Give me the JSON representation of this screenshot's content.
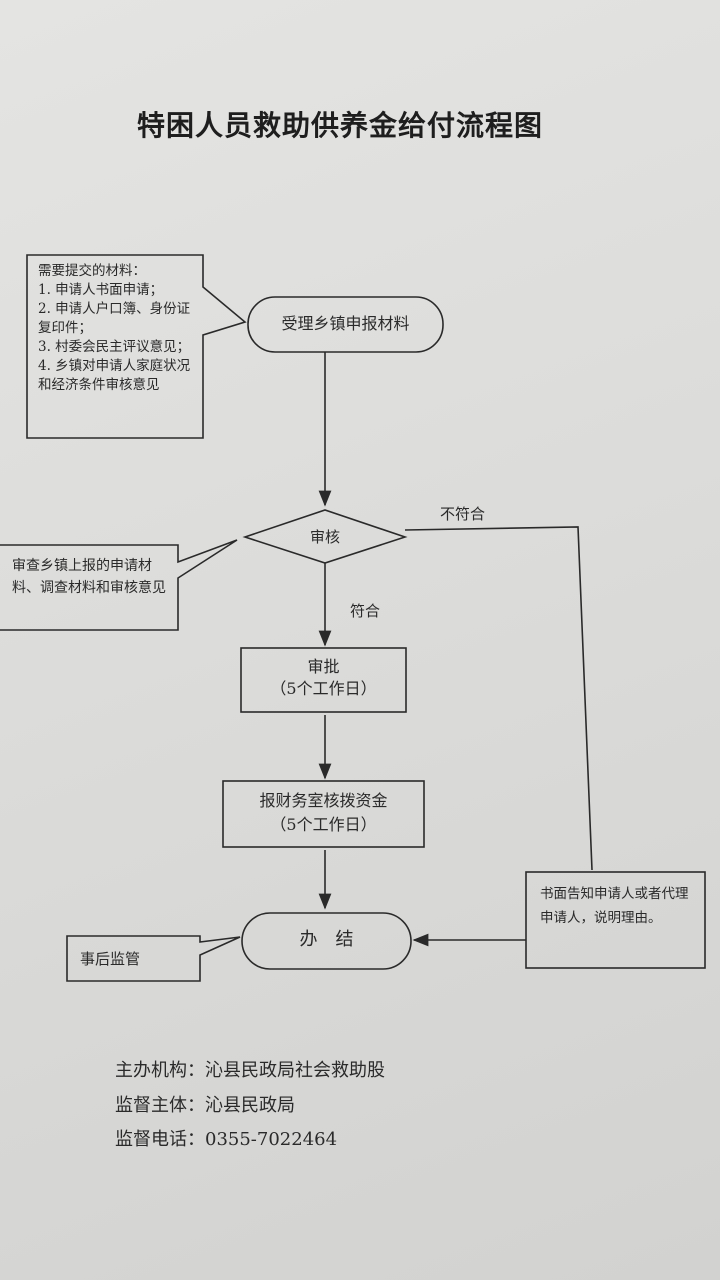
{
  "title": "特困人员救助供养金给付流程图",
  "notes": {
    "materials": {
      "heading": "需要提交的材料：",
      "items": [
        "1. 申请人书面申请；",
        "2. 申请人户口簿、身份证复印件；",
        "3. 村委会民主评议意见；",
        "4. 乡镇对申请人家庭状况和经济条件审核意见"
      ]
    },
    "review": "审查乡镇上报的申请材料、调查材料和审核意见",
    "supervision": "事后监管",
    "reject_notice": "书面告知申请人或者代理申请人，说明理由。"
  },
  "nodes": {
    "accept": "受理乡镇申报材料",
    "audit": "审核",
    "approve": {
      "label": "审批",
      "days": "（5个工作日）"
    },
    "finance": {
      "label": "报财务室核拨资金",
      "days": "（5个工作日）"
    },
    "finish": "办　结"
  },
  "edges": {
    "pass": "符合",
    "fail": "不符合"
  },
  "footer": {
    "organizer": "主办机构：沁县民政局社会救助股",
    "supervisor": "监督主体：沁县民政局",
    "phone": "监督电话：0355-7022464"
  }
}
